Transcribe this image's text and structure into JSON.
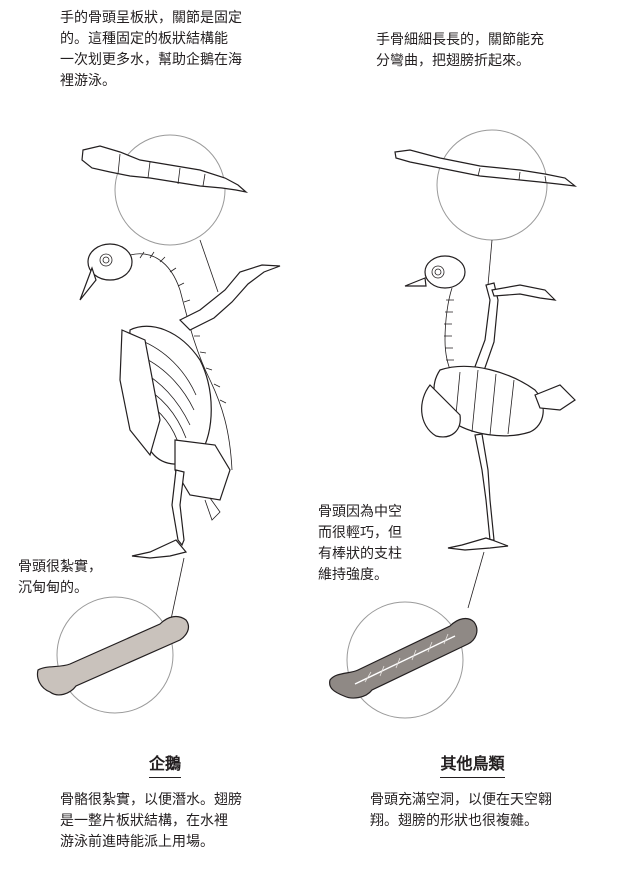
{
  "penguin": {
    "hand_note": "手的骨頭呈板狀，關節是固定\n的。這種固定的板狀結構能\n一次划更多水，幫助企鵝在海\n裡游泳。",
    "bone_note": "骨頭很紮實，\n沉甸甸的。",
    "title": "企鵝",
    "desc": "骨骼很紮實，以便潛水。翅膀\n是一整片板狀結構，在水裡\n游泳前進時能派上用場。"
  },
  "other_birds": {
    "hand_note": "手骨細細長長的，關節能充\n分彎曲，把翅膀折起來。",
    "bone_note": "骨頭因為中空\n而很輕巧，但\n有棒狀的支柱\n維持強度。",
    "title": "其他鳥類",
    "desc": "骨頭充滿空洞，以便在天空翱\n翔。翅膀的形狀也很複雜。"
  },
  "colors": {
    "ink": "#231f20",
    "solid_bone_fill": "#c9c2bc",
    "hollow_bone_fill": "#8f8985",
    "circle_stroke": "#9a9a9a"
  }
}
